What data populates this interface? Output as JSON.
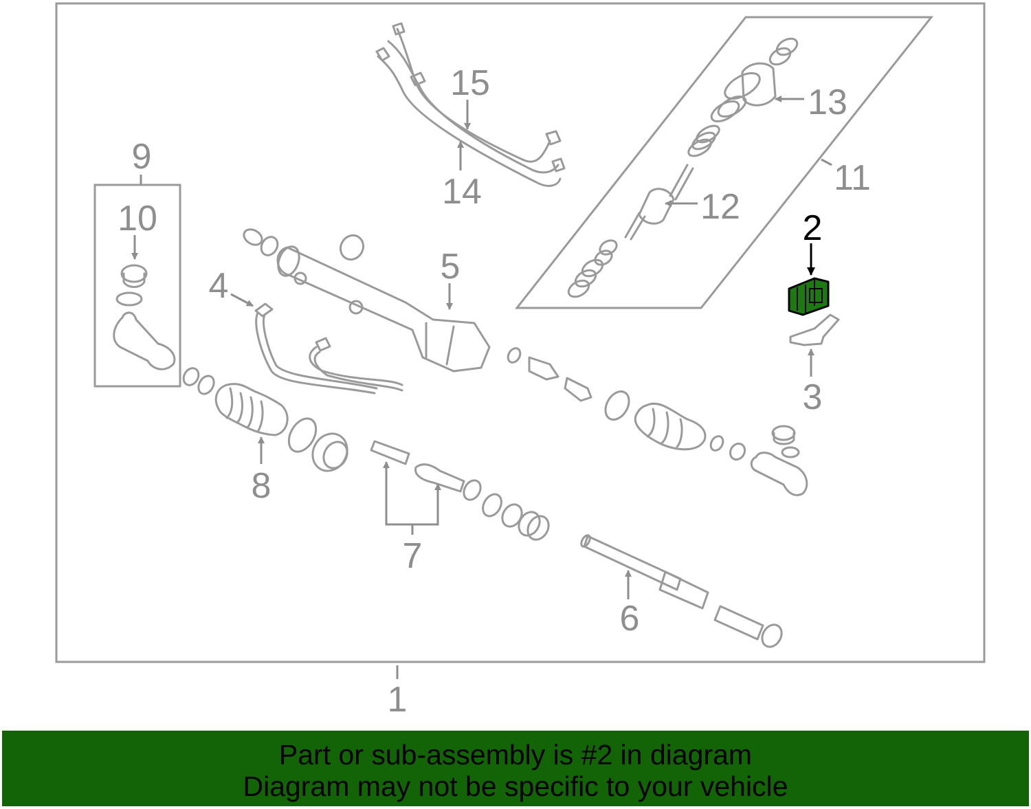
{
  "colors": {
    "banner_bg": "#136407",
    "highlight_part": "#1d7a12",
    "part_line": "#9a9a9a",
    "callout_text": "#8e8e8e",
    "highlight_callout": "#000000"
  },
  "callouts": {
    "c1": "1",
    "c2": "2",
    "c3": "3",
    "c4": "4",
    "c5": "5",
    "c6": "6",
    "c7": "7",
    "c8": "8",
    "c9": "9",
    "c10": "10",
    "c11": "11",
    "c12": "12",
    "c13": "13",
    "c14": "14",
    "c15": "15"
  },
  "highlighted_callout": "2",
  "banner": {
    "line1": "Part or sub-assembly is #2 in diagram",
    "line2": "Diagram may not be specific to your vehicle"
  }
}
